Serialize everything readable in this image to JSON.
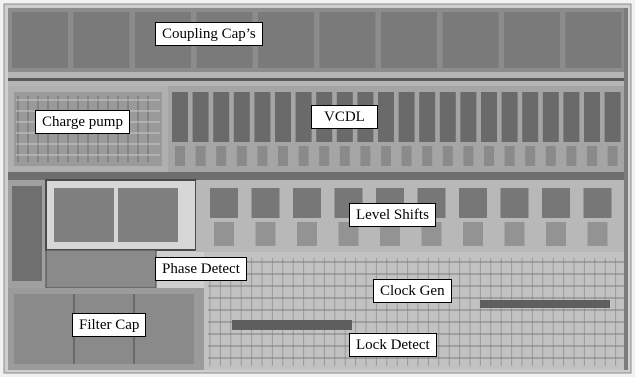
{
  "figure": {
    "image_kind": "grayscale IC layout micrograph",
    "labels": {
      "coupling_caps": "Coupling Cap’s",
      "charge_pump": "Charge pump",
      "vcdl": "VCDL",
      "level_shifts": "Level Shifts",
      "phase_detect": "Phase Detect",
      "clock_gen": "Clock Gen",
      "filter_cap": "Filter Cap",
      "lock_detect": "Lock Detect"
    }
  }
}
